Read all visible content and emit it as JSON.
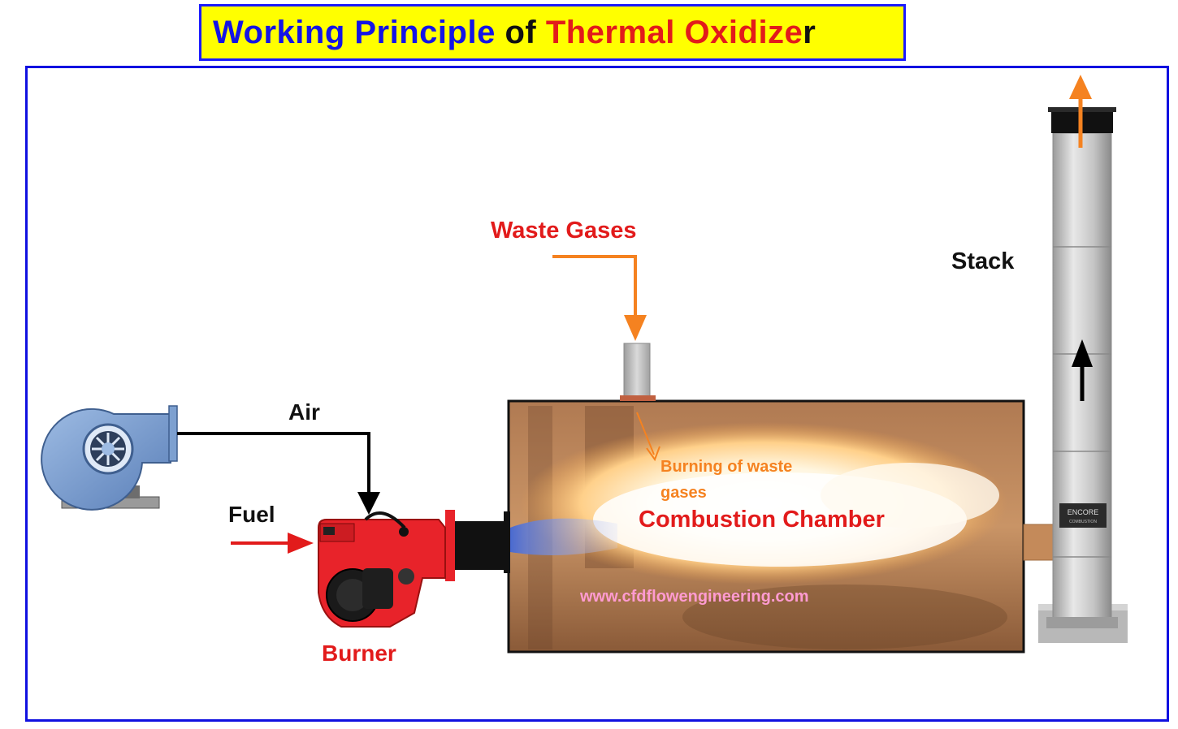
{
  "title": {
    "part1": "Working Principle",
    "part2": " of ",
    "part3": "Thermal Oxidize",
    "part4": "r"
  },
  "labels": {
    "waste_gases": "Waste Gases",
    "stack": "Stack",
    "air": "Air",
    "fuel": "Fuel",
    "burner": "Burner",
    "burning_line1": "Burning of waste",
    "burning_line2": "gases",
    "combustion_chamber": "Combustion Chamber",
    "website": "www.cfdflowengineering.com",
    "stack_brand1": "ENCORE",
    "stack_brand2": "COMBUSTION"
  },
  "colors": {
    "title_blue": "#1414e6",
    "title_red": "#e21b1b",
    "title_bg": "#ffff00",
    "frame_blue": "#1010e0",
    "orange_arrow": "#f58220",
    "red_arrow": "#e21b1b",
    "burner_red": "#e8232a",
    "fan_blue": "#6f95c8"
  }
}
